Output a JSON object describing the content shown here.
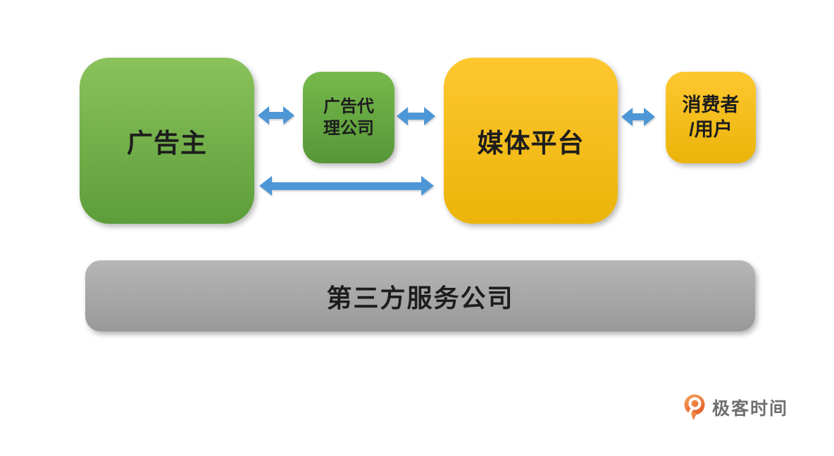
{
  "background": "#ffffff",
  "colors": {
    "text": "#1d1d1d",
    "arrow": "#4E97D6",
    "green_top": "#8AC25B",
    "green_bottom": "#5D9E3A",
    "green_small_top": "#76B94A",
    "green_small_bottom": "#569739",
    "yellow_top": "#FEC72F",
    "yellow_bottom": "#EBB40A",
    "gray_top": "#B6B6B6",
    "gray_bottom": "#999999",
    "logo_text_color": "#6f6f6f",
    "logo_orange_light": "#F5A45B",
    "logo_orange_dark": "#E55F28"
  },
  "nodes": {
    "advertiser": {
      "label": "广告主"
    },
    "agency": {
      "line1": "广告代",
      "line2": "理公司"
    },
    "media": {
      "label": "媒体平台"
    },
    "consumer": {
      "line1": "消费者",
      "line2": "/用户"
    },
    "third_party": {
      "label": "第三方服务公司"
    }
  },
  "branding": {
    "logo_text": "极客时间"
  }
}
